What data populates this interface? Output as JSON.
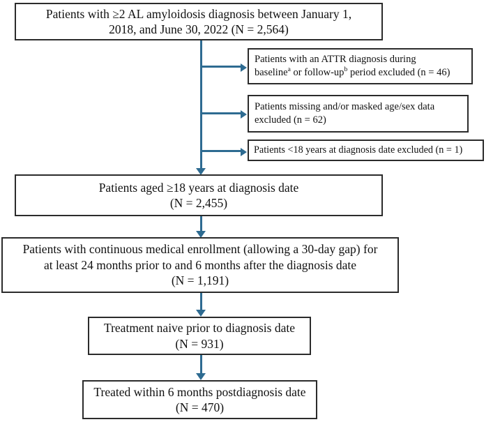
{
  "diagram": {
    "type": "patient-attrition-flowchart",
    "line_color": "#2e6b91",
    "box_border_color": "#2b2b2b",
    "main_nodes": [
      {
        "id": "cohort-identified",
        "line1": "Patients with ≥2 AL amyloidosis diagnosis between January 1,",
        "line2": "2018, and June 30, 2022 (N = 2,564)",
        "count": "2,564"
      },
      {
        "id": "aged-18-or-over",
        "line1": "Patients aged ≥18 years at diagnosis date",
        "line2": "(N = 2,455)",
        "count": "2,455"
      },
      {
        "id": "continuous-enrollment",
        "line1": "Patients with continuous medical enrollment (allowing a 30-day gap) for",
        "line2": "at least 24 months prior to and 6 months after the diagnosis date",
        "line3": "(N = 1,191)",
        "count": "1,191"
      },
      {
        "id": "treatment-naive",
        "line1": "Treatment naive prior to diagnosis date",
        "line2": "(N = 931)",
        "count": "931"
      },
      {
        "id": "treated-within-6-months",
        "line1": "Treated within 6 months postdiagnosis date",
        "line2": "(N = 470)",
        "count": "470"
      }
    ],
    "exclusion_nodes": [
      {
        "id": "attr-diagnosis-excluded",
        "line1_a": "Patients with an ATTR diagnosis during",
        "line2_a": "baseline",
        "sup_a": "a",
        "line2_b": " or follow-up",
        "sup_b": "b",
        "line2_c": " period excluded (n = 46)",
        "count": "46"
      },
      {
        "id": "missing-age-sex-excluded",
        "line1": "Patients missing and/or masked age/sex data",
        "line2": "excluded (n = 62)",
        "count": "62"
      },
      {
        "id": "under-18-excluded",
        "line1": "Patients <18 years at diagnosis date excluded (n = 1)",
        "count": "1"
      }
    ]
  }
}
